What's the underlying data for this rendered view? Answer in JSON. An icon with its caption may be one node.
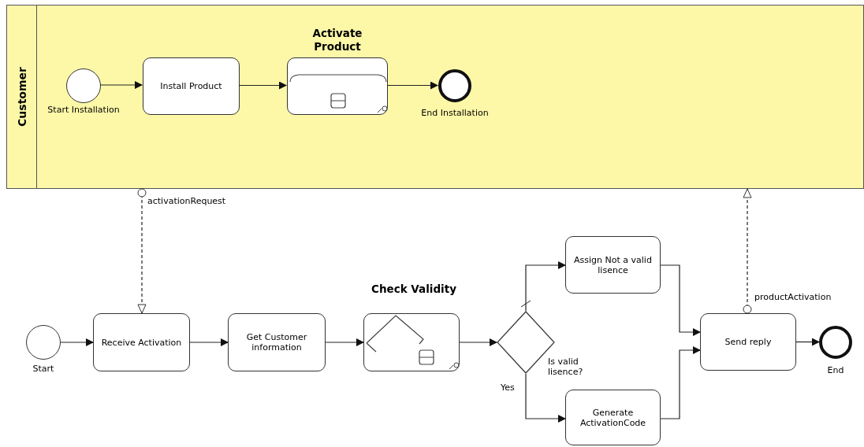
{
  "diagram": {
    "nodes": [
      {
        "text": [
          "Customer"
        ]
      },
      {
        "text": [],
        "shape": "circle",
        "in": 0,
        "beside": [
          "Start Installation"
        ]
      },
      {
        "text": [
          "Install Product"
        ],
        "in": 0
      },
      {
        "text": [
          "Activate Product"
        ],
        "in": 0
      },
      {
        "text": [],
        "shape": "circle",
        "in": 0,
        "beside": [
          "End Installation"
        ]
      },
      {
        "text": [],
        "shape": "circle",
        "beside": [
          "Start"
        ]
      },
      {
        "text": [
          "Receive Activation"
        ]
      },
      {
        "text": [
          "Get Customer information"
        ]
      },
      {
        "text": [
          "Check Validity"
        ]
      },
      {
        "text": [],
        "shape": "diamond",
        "beside": [
          "Is valid lisence?"
        ]
      },
      {
        "text": [
          "Assign Not a valid lisence"
        ]
      },
      {
        "text": [
          "Generate ActivationCode"
        ]
      },
      {
        "text": [
          "Send reply"
        ]
      },
      {
        "text": [],
        "shape": "circle",
        "beside": [
          "End"
        ]
      }
    ],
    "edges": [
      {
        "from": 1,
        "to": 2,
        "arrow": "to"
      },
      {
        "from": 2,
        "to": 3,
        "arrow": "to"
      },
      {
        "from": 3,
        "to": 4,
        "arrow": "to"
      },
      {
        "from": 5,
        "to": 6,
        "arrow": "to"
      },
      {
        "from": 6,
        "to": 7,
        "arrow": "to"
      },
      {
        "from": 7,
        "to": 8,
        "arrow": "to"
      },
      {
        "from": 8,
        "to": 9,
        "arrow": "to"
      },
      {
        "from": 9,
        "to": 10,
        "arrow": "to"
      },
      {
        "from": 9,
        "to": 11,
        "arrow": "to",
        "label": "Yes"
      },
      {
        "from": 10,
        "to": 12,
        "arrow": "to"
      },
      {
        "from": 11,
        "to": 12,
        "arrow": "to"
      },
      {
        "from": 12,
        "to": 13,
        "arrow": "to"
      },
      {
        "from": 0,
        "to": 6,
        "arrow": "to",
        "style": "dashed",
        "label": "activationRequest"
      },
      {
        "from": 12,
        "to": 0,
        "arrow": "to",
        "style": "dashed",
        "label": "productActivation"
      }
    ]
  }
}
